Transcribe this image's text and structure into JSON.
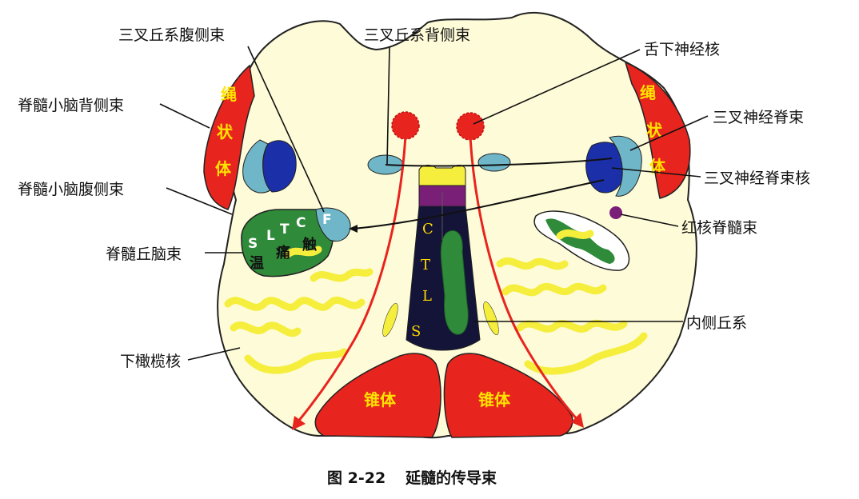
{
  "labels": {
    "trigeminal_lemniscus_ventral": "三叉丘系腹侧束",
    "trigeminal_lemniscus_dorsal": "三叉丘系背侧束",
    "hypoglossal_nucleus": "舌下神经核",
    "dorsal_spinocerebellar_tract": "脊髓小脑背侧束",
    "spinal_trigeminal_tract": "三叉神经脊束",
    "spinal_trigeminal_nucleus": "三叉神经脊束核",
    "ventral_spinocerebellar_tract": "脊髓小脑腹侧束",
    "rubrospinal_tract": "红核脊髓束",
    "spinothalamic_tract": "脊髓丘脑束",
    "medial_lemniscus": "内侧丘系",
    "inferior_olivary_nucleus": "下橄榄核"
  },
  "inner": {
    "restiform_left": [
      "绳",
      "状",
      "体"
    ],
    "restiform_right": [
      "绳",
      "状",
      "体"
    ],
    "pyramid_left": "锥体",
    "pyramid_right": "锥体",
    "ctls": [
      "C",
      "T",
      "L",
      "S"
    ],
    "sltcf": [
      "S",
      "L",
      "T",
      "C",
      "F"
    ],
    "senses": [
      "温",
      "痛",
      "触"
    ]
  },
  "caption": {
    "number": "图 2-22",
    "title": "延髓的传导束"
  },
  "colors": {
    "medulla_fill": "#fefbd8",
    "red": "#e8241e",
    "light_blue": "#6fb6c8",
    "dark_blue": "#1b2fa8",
    "green": "#2f8a3a",
    "yellow": "#f5ee3c",
    "purple": "#7a1f78",
    "navy": "#141438",
    "text_yellow": "#ffe300"
  }
}
